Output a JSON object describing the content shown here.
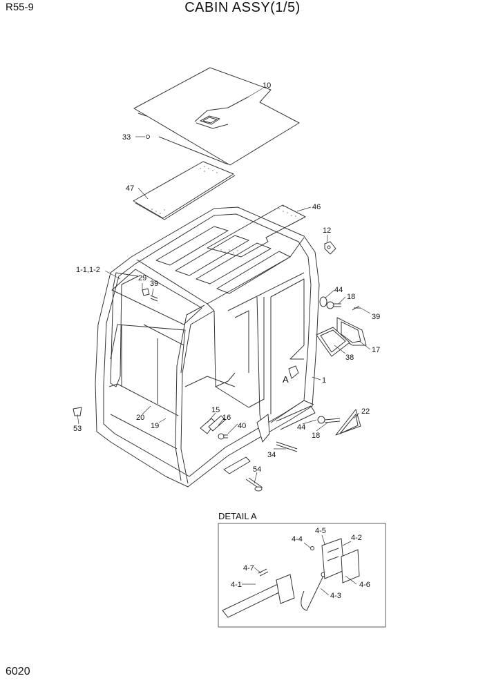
{
  "header": {
    "model": "R55-9",
    "title": "CABIN ASSY(1/5)"
  },
  "footer": {
    "page_number": "6020"
  },
  "detail_a": {
    "title": "DETAIL A",
    "callouts": [
      "4-5",
      "4-4",
      "4-2",
      "4-7",
      "4-1",
      "4-6",
      "4-3"
    ]
  },
  "main_callouts": [
    "10",
    "33",
    "47",
    "46",
    "12",
    "1-1,1-2",
    "29",
    "39",
    "44",
    "18",
    "39",
    "38",
    "17",
    "A",
    "1",
    "15",
    "16",
    "40",
    "22",
    "53",
    "20",
    "19",
    "44",
    "18",
    "34",
    "54"
  ],
  "colors": {
    "line": "#333333",
    "dots": "#777777"
  }
}
